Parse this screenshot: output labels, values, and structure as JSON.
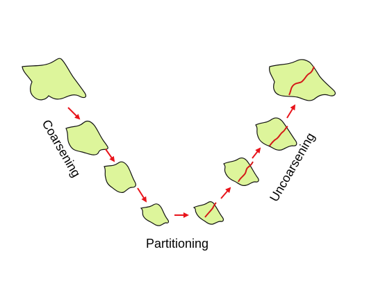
{
  "diagram": {
    "phases": {
      "coarsening": "Coarsening",
      "partitioning": "Partitioning",
      "uncoarsening": "Uncoarsening"
    },
    "colors": {
      "shape_fill": "#DDF59B",
      "shape_stroke": "#111111",
      "arrow": "#E8141B",
      "partition_line": "#D41919",
      "background": "#FFFFFF"
    }
  }
}
